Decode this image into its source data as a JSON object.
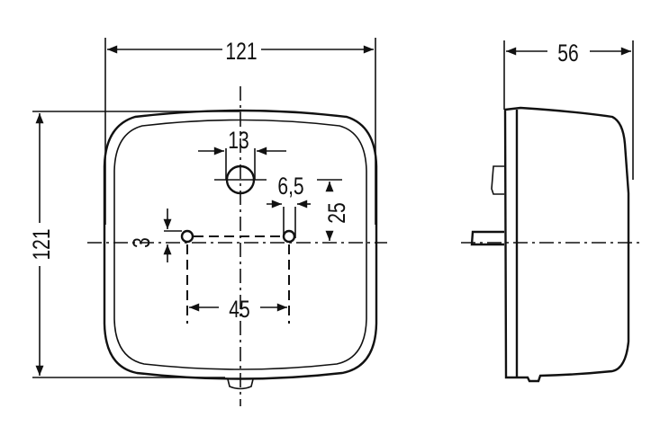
{
  "front_view": {
    "width_label": "121",
    "height_label": "121",
    "hole_diameter_label": "13",
    "small_hole_label": "6,5",
    "vertical_offset_label": "25",
    "small_offset_label": "3",
    "hole_spacing_label": "45"
  },
  "side_view": {
    "depth_label": "56"
  }
}
